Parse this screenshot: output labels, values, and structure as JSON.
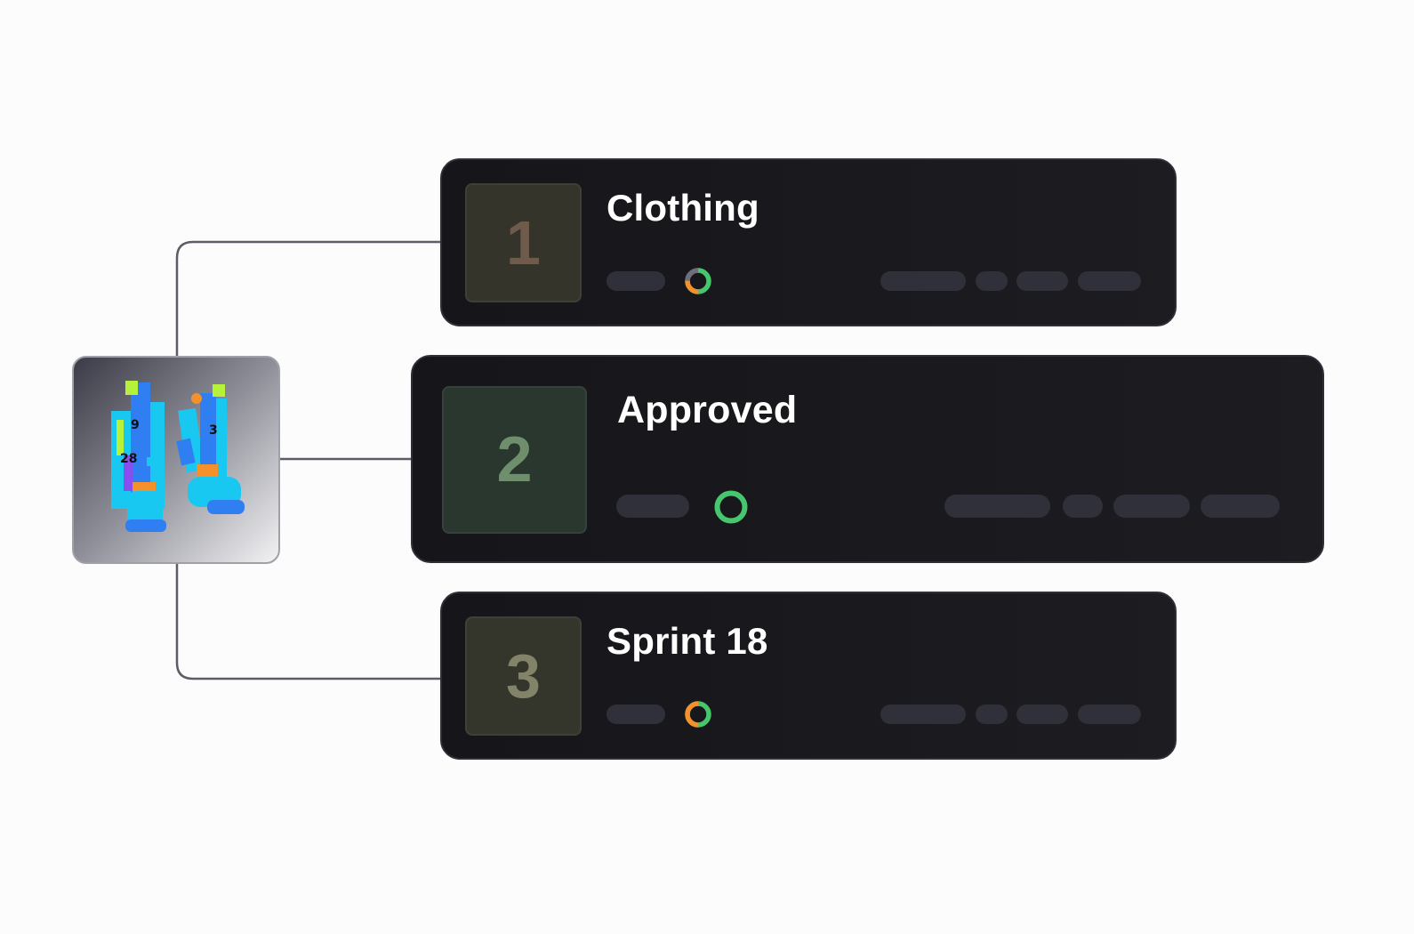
{
  "asset": {
    "icon": "boots-uv-icon",
    "colors": [
      "#19c8f0",
      "#2f7ff2",
      "#b6f23a",
      "#f5912a",
      "#8a4ef0"
    ]
  },
  "cards": [
    {
      "number": "1",
      "title": "Clothing",
      "progress_ring": {
        "icon": "progress-ring-icon",
        "completed_fraction": 0.75,
        "segments": [
          {
            "color": "#47c66e",
            "fraction": 0.5
          },
          {
            "color": "#f5912a",
            "fraction": 0.25
          },
          {
            "color": "#6e6f7c",
            "fraction": 0.25
          }
        ]
      }
    },
    {
      "number": "2",
      "title": "Approved",
      "progress_ring": {
        "icon": "progress-ring-icon",
        "completed_fraction": 1.0,
        "segments": [
          {
            "color": "#47c66e",
            "fraction": 1.0
          }
        ]
      }
    },
    {
      "number": "3",
      "title": "Sprint 18",
      "progress_ring": {
        "icon": "progress-ring-icon",
        "completed_fraction": 1.0,
        "segments": [
          {
            "color": "#47c66e",
            "fraction": 0.5
          },
          {
            "color": "#f5912a",
            "fraction": 0.5
          }
        ]
      }
    }
  ],
  "colors": {
    "card_background": "#16161a",
    "placeholder": "#2f3039",
    "connector": "#5c5d66"
  }
}
